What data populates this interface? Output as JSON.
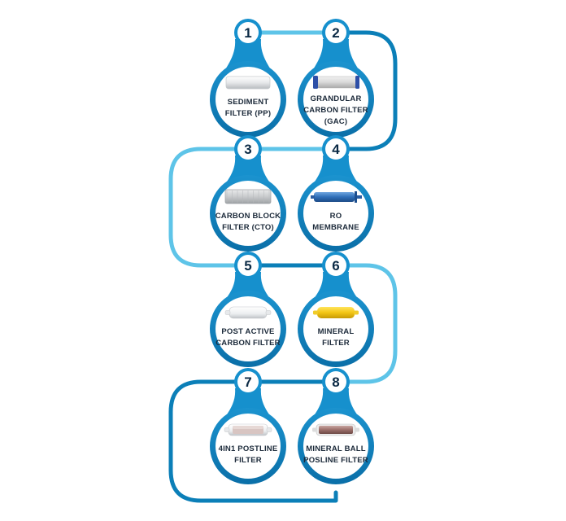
{
  "stages": [
    {
      "number": "1",
      "label_lines": [
        "SEDIMENT",
        "FILTER (PP)"
      ],
      "filter_icon": "sediment-filter-cartridge-icon"
    },
    {
      "number": "2",
      "label_lines": [
        "GRANDULAR",
        "CARBON FILTER",
        "(GAC)"
      ],
      "filter_icon": "gac-filter-cartridge-icon"
    },
    {
      "number": "3",
      "label_lines": [
        "CARBON BLOCK",
        "FILTER (CTO)"
      ],
      "filter_icon": "carbon-block-cartridge-icon"
    },
    {
      "number": "4",
      "label_lines": [
        "RO",
        "MEMBRANE"
      ],
      "filter_icon": "ro-membrane-icon"
    },
    {
      "number": "5",
      "label_lines": [
        "POST ACTIVE",
        "CARBON FILTER"
      ],
      "filter_icon": "post-carbon-inline-filter-icon"
    },
    {
      "number": "6",
      "label_lines": [
        "MINERAL",
        "FILTER"
      ],
      "filter_icon": "mineral-inline-filter-icon"
    },
    {
      "number": "7",
      "label_lines": [
        "4IN1 POSTLINE",
        "FILTER"
      ],
      "filter_icon": "4in1-postline-filter-icon"
    },
    {
      "number": "8",
      "label_lines": [
        "MINERAL BALL",
        "POSLINE FILTER"
      ],
      "filter_icon": "mineral-ball-postline-filter-icon"
    }
  ],
  "colors": {
    "dark_blue": "#0b7fb8",
    "light_blue": "#5ec4e8",
    "number_badge": "#ffffff",
    "number_text": "#0b2a45",
    "label_text": "#1c2a3a"
  }
}
